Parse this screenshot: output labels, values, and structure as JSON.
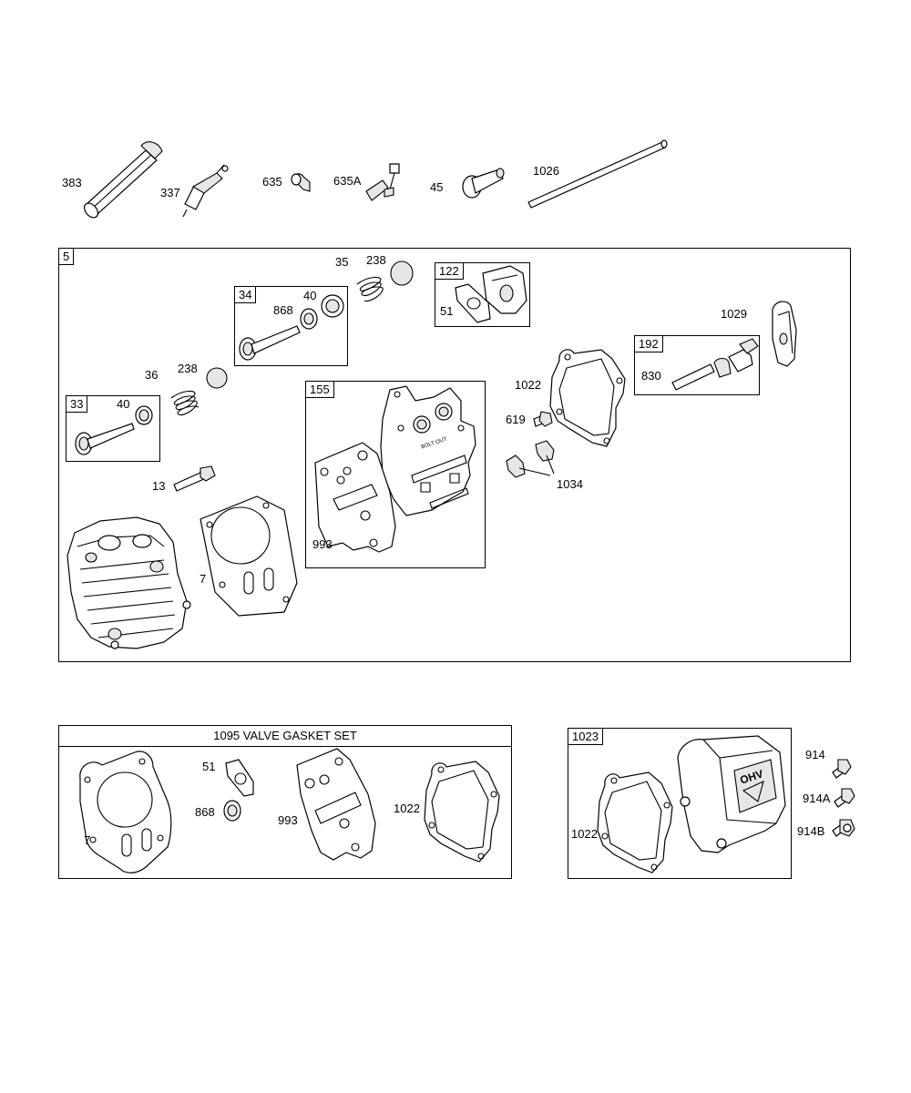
{
  "top_row": {
    "p383": "383",
    "p337": "337",
    "p635": "635",
    "p635A": "635A",
    "p45": "45",
    "p1026": "1026"
  },
  "assembly": {
    "tag": "5",
    "labels": {
      "p35": "35",
      "p238a": "238",
      "p36": "36",
      "p238b": "238",
      "p13": "13",
      "p7": "7",
      "p1022": "1022",
      "p619": "619",
      "p1034": "1034",
      "p1029": "1029"
    },
    "sub_33": {
      "tag": "33",
      "p40": "40"
    },
    "sub_34": {
      "tag": "34",
      "p868": "868",
      "p40": "40"
    },
    "sub_122": {
      "tag": "122",
      "p51": "51"
    },
    "sub_155": {
      "tag": "155",
      "p993": "993",
      "gasket_text": "BOLT OUT"
    },
    "sub_192": {
      "tag": "192",
      "p830": "830"
    }
  },
  "gasket_set": {
    "title": "1095 VALVE GASKET SET",
    "p7": "7",
    "p51": "51",
    "p868": "868",
    "p993": "993",
    "p1022": "1022"
  },
  "cover_kit": {
    "tag": "1023",
    "p1022": "1022",
    "p914": "914",
    "p914A": "914A",
    "p914B": "914B",
    "cover_text": "OHV"
  }
}
